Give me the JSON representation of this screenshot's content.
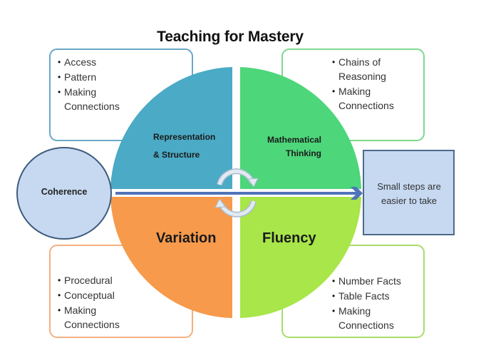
{
  "title": "Teaching for Mastery",
  "colors": {
    "representation": "#4BAAC5",
    "mathematical_thinking": "#4DD67A",
    "variation": "#F79A4B",
    "fluency": "#A8E64A",
    "coherence_fill": "#C6D9F1",
    "arrow": "#4F74B8"
  },
  "quadrants": {
    "representation": {
      "line1": "Representation",
      "line2": "& Structure"
    },
    "mathematical_thinking": {
      "line1": "Mathematical",
      "line2": "Thinking"
    },
    "variation": {
      "label": "Variation"
    },
    "fluency": {
      "label": "Fluency"
    }
  },
  "coherence": {
    "label": "Coherence",
    "icon": "circle-shape"
  },
  "cycle_icon": "circular-arrows-icon",
  "arrow_icon": "right-arrow-icon",
  "small_steps": {
    "line1": "Small steps are",
    "line2": "easier to take"
  },
  "boxes": {
    "top_left": {
      "items": [
        "Access",
        "Pattern",
        "Making Connections"
      ]
    },
    "top_right": {
      "items": [
        "Chains of Reasoning",
        "Making Connections"
      ]
    },
    "bottom_left": {
      "items": [
        "Procedural",
        "Conceptual",
        "Making Connections"
      ]
    },
    "bottom_right": {
      "items": [
        "Number Facts",
        "Table Facts",
        "Making Connections"
      ]
    }
  }
}
